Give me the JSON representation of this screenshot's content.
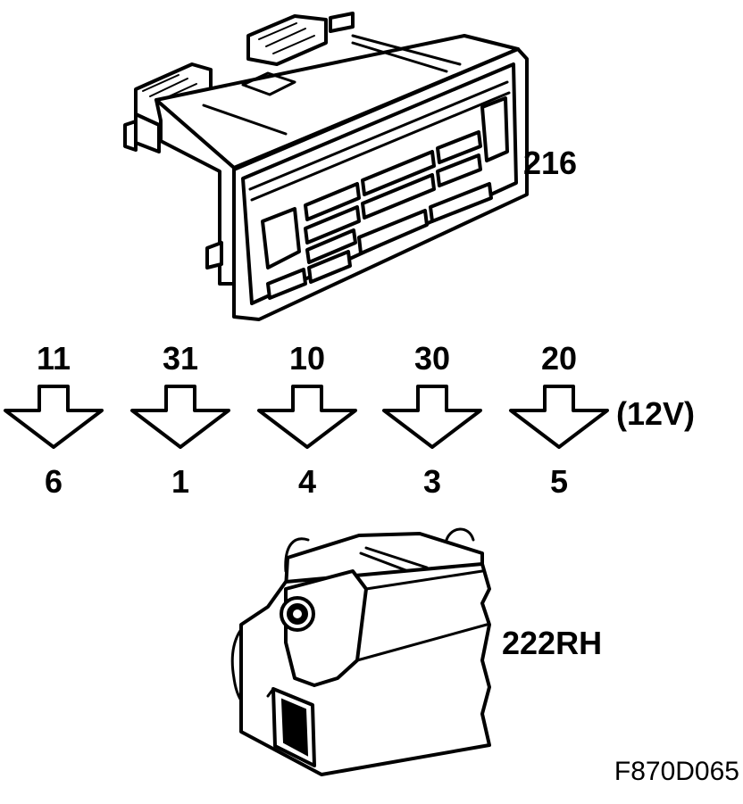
{
  "components": {
    "control_panel": {
      "label": "216",
      "icon": "climate-control-panel-icon"
    },
    "actuator": {
      "label": "222RH",
      "icon": "damper-motor-actuator-icon"
    }
  },
  "connections": [
    {
      "from_pin": "11",
      "to_pin": "6"
    },
    {
      "from_pin": "31",
      "to_pin": "1"
    },
    {
      "from_pin": "10",
      "to_pin": "4"
    },
    {
      "from_pin": "30",
      "to_pin": "3"
    },
    {
      "from_pin": "20",
      "to_pin": "5"
    }
  ],
  "voltage_note": "(12V)",
  "figure_code": "F870D065"
}
